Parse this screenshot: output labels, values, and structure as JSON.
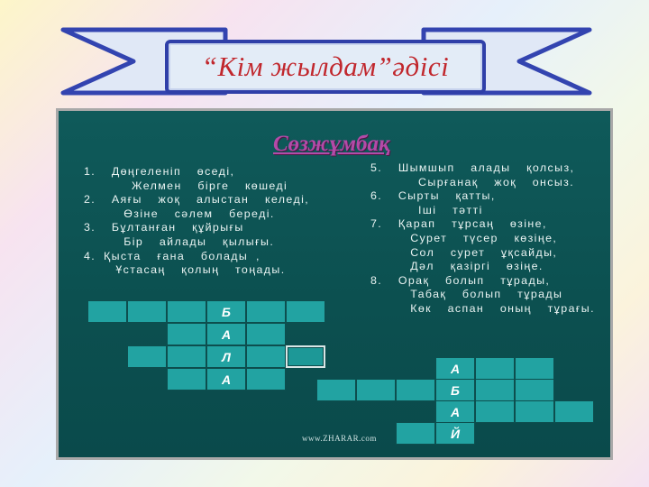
{
  "slide": {
    "title": "“Кім жылдам”әдісі"
  },
  "board": {
    "title": "Сөзжұмбақ",
    "clues_left": [
      "1.  Дөңгеленіп  өседі,",
      "      Желмен  бірге  көшеді",
      "2.  Аяғы  жоқ  алыстан  келеді,",
      "     Өзіне  сәлем  береді.",
      "3.  Бұлтанған  құйрығы",
      "     Бір  айлады  қылығы.",
      "4. Қыста  ғана  болады ,",
      "    Ұстасаң  қолың  тоңады."
    ],
    "clues_right": [
      "5.  Шымшып  алады  қолсыз,",
      "      Сырғанақ  жоқ  онсыз.",
      "6.  Сырты  қатты,",
      "      Іші  тәтті",
      "7.  Қарап  тұрсаң  өзіне,",
      "     Сурет  түсер  көзіңе,",
      "     Сол  сурет  ұқсайды,",
      "     Дәл  қазіргі  өзіңе.",
      "8.  Орақ  болып  тұрады,",
      "     Табақ  болып  тұрады",
      "     Көк  аспан  оның  тұрағы."
    ],
    "grid1_letters": [
      "Б",
      "А",
      "Л",
      "А"
    ],
    "grid2_letters": [
      "А",
      "Б",
      "А",
      "Й"
    ],
    "website": "www.ZHARAR.com"
  }
}
